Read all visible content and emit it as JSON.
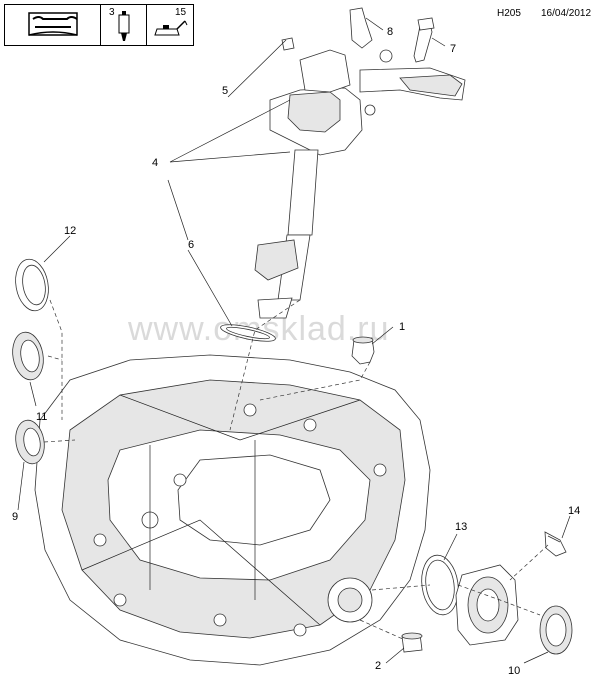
{
  "header": {
    "diagram_code": "H205",
    "date": "16/04/2012"
  },
  "tools_panel": {
    "tools": [
      {
        "icon": "wrench-manual-icon",
        "label": ""
      },
      {
        "icon": "sealant-tube-icon",
        "label": "3"
      },
      {
        "icon": "oil-can-icon",
        "label": "15"
      }
    ]
  },
  "watermark": "www.omsklad.ru",
  "callouts": [
    "1",
    "2",
    "4",
    "5",
    "6",
    "7",
    "8",
    "9",
    "10",
    "11",
    "12",
    "13",
    "14"
  ],
  "callout_map": {
    "c1": "1",
    "c2": "2",
    "c4": "4",
    "c5": "5",
    "c6": "6",
    "c7": "7",
    "c8": "8",
    "c9": "9",
    "c10": "10",
    "c11": "11",
    "c12": "12",
    "c13": "13",
    "c14": "14"
  },
  "colors": {
    "line": "#222222",
    "watermark": "#bdbdbd",
    "part_fill": "#e6e6e6"
  }
}
